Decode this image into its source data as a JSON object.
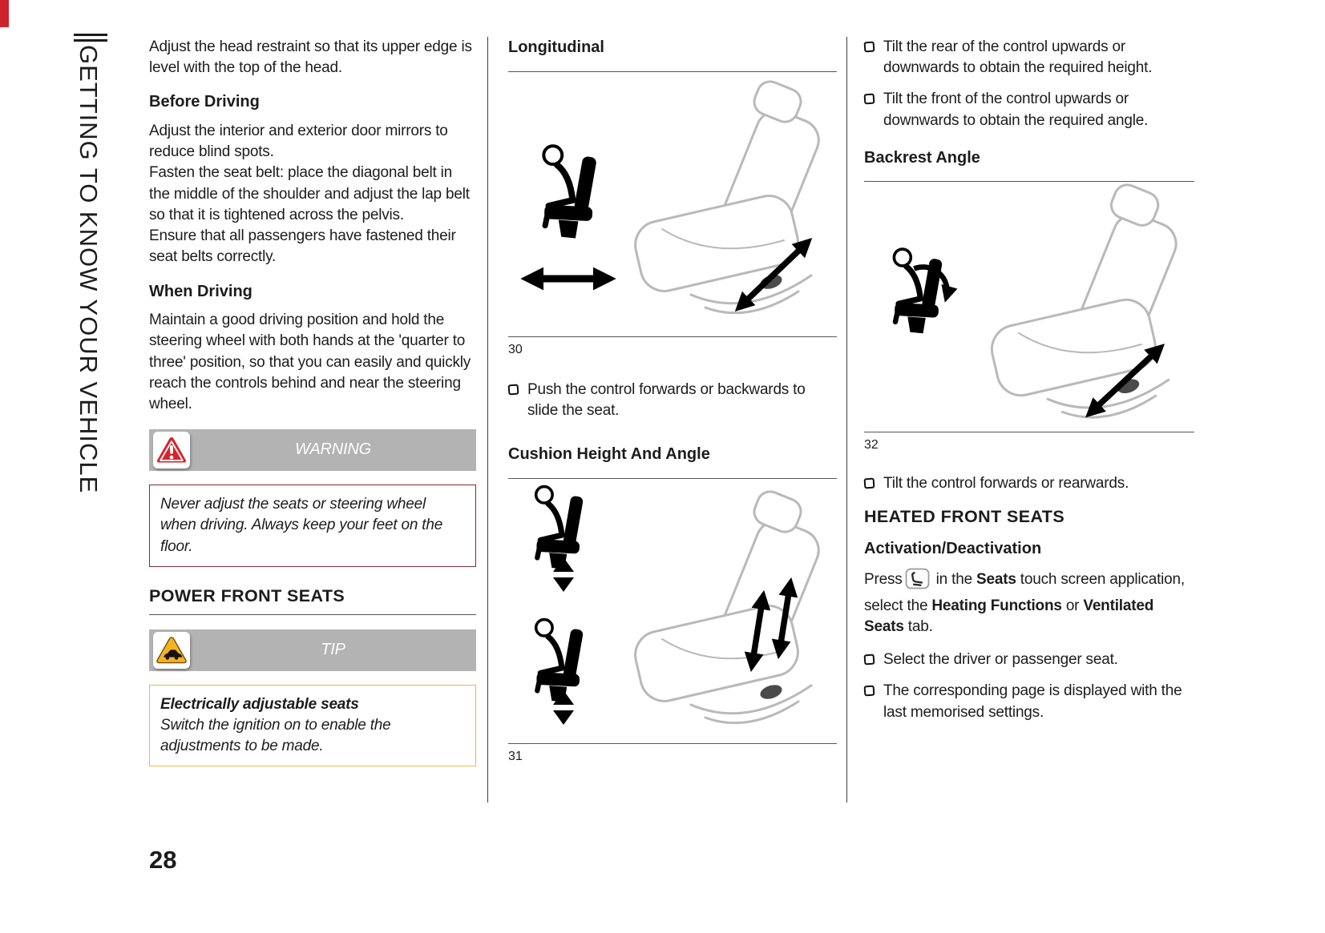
{
  "page": {
    "number": "28",
    "sidebar_title": "GETTING TO KNOW YOUR VEHICLE"
  },
  "colors": {
    "bar_gray": "#b3b3b3",
    "warning_red": "#d8232a",
    "warning_box_border": "#7e2a3a",
    "tip_amber": "#f4b223",
    "tip_box_border": "#eaba45",
    "chapter_tab_red": "#ce232b",
    "seat_line_gray": "#b9b9b9"
  },
  "icons": {
    "warning": "warning-triangle-icon",
    "tip": "tip-car-triangle-icon",
    "bullet": "checkbox-bullet-icon",
    "seats_app": "seat-settings-icon"
  },
  "col1": {
    "intro": "Adjust the head restraint so that its upper edge is level with the top of the head.",
    "before_driving": {
      "heading": "Before Driving",
      "paragraphs": [
        "Adjust the interior and exterior door mirrors to reduce blind spots.",
        "Fasten the seat belt: place the diagonal belt in the middle of the shoulder and adjust the lap belt so that it is tightened across the pelvis.",
        "Ensure that all passengers have fastened their seat belts correctly."
      ]
    },
    "when_driving": {
      "heading": "When Driving",
      "paragraph": "Maintain a good driving position and hold the steering wheel with both hands at the 'quarter to three' position, so that you can easily and quickly reach the controls behind and near the steering wheel."
    },
    "warning": {
      "label": "WARNING",
      "body": "Never adjust the seats or steering wheel when driving. Always keep your feet on the floor."
    },
    "power_heading": "POWER FRONT SEATS",
    "tip": {
      "label": "TIP",
      "title": "Electrically adjustable seats",
      "body": "Switch the ignition on to enable the adjustments to be made."
    }
  },
  "col2": {
    "longitudinal": {
      "heading": "Longitudinal",
      "figure_number": "30",
      "bullet": "Push the control forwards or backwards to slide the seat."
    },
    "cushion": {
      "heading": "Cushion Height And Angle",
      "figure_number": "31"
    }
  },
  "col3": {
    "bullets_top": [
      "Tilt the rear of the control upwards or downwards to obtain the required height.",
      "Tilt the front of the control upwards or downwards to obtain the required angle."
    ],
    "backrest": {
      "heading": "Backrest Angle",
      "figure_number": "32",
      "bullet": "Tilt the control forwards or rearwards."
    },
    "heated": {
      "heading": "HEATED FRONT SEATS",
      "subheading": "Activation/Deactivation",
      "press": {
        "pre": "Press",
        "s1": " in the ",
        "b1": "Seats",
        "s2": " touch screen application, select the ",
        "b2": "Heating Functions",
        "s3": " or ",
        "b3": "Ventilated Seats",
        "s4": " tab."
      },
      "bullets": [
        "Select the driver or passenger seat.",
        "The corresponding page is displayed with the last memorised settings."
      ]
    }
  }
}
